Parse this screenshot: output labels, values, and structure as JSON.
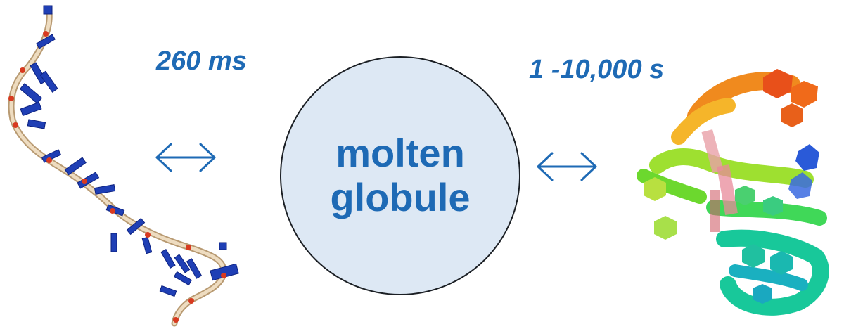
{
  "transitions": {
    "left_time": "260 ms",
    "right_time": "1 -10,000 s"
  },
  "center_state": {
    "line1": "molten",
    "line2": "globule"
  },
  "icons": {
    "left_arrow": "double-arrow-icon",
    "right_arrow": "double-arrow-icon",
    "left_structure": "unfolded-rna-strand",
    "right_structure": "folded-rna-ribbon"
  },
  "colors": {
    "text_blue": "#1e6ab5",
    "globule_fill": "#dde8f4",
    "backbone": "#e0c8a4",
    "base_blue": "#1f3fb5"
  }
}
